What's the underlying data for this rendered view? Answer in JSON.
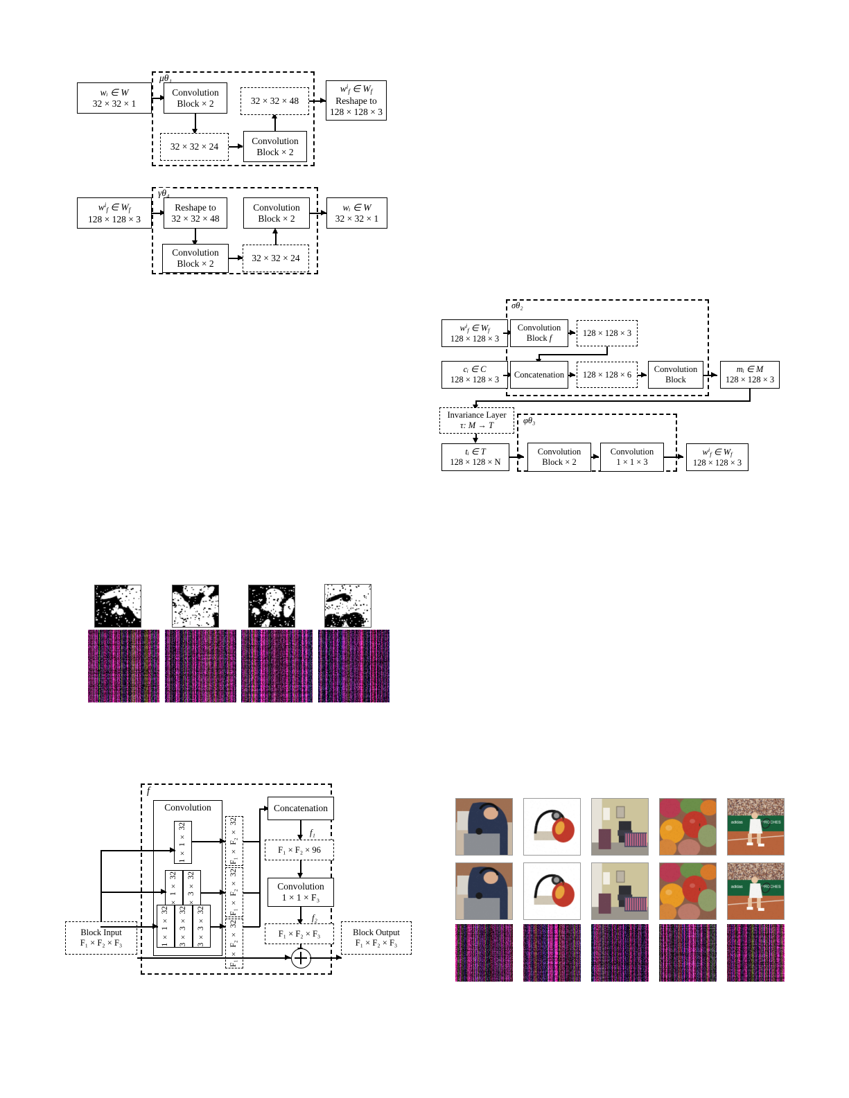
{
  "figures": {
    "mu_encoder": {
      "group_label": "μθ₁",
      "input": {
        "l1": "wᵢ ∈ W",
        "l2": "32 × 32 × 1"
      },
      "conv1": {
        "l1": "Convolution",
        "l2": "Block × 2"
      },
      "feat1": {
        "l1": "32 × 32 × 24"
      },
      "conv2": {
        "l1": "Convolution",
        "l2": "Block × 2"
      },
      "feat2": {
        "l1": "32 × 32 × 48"
      },
      "output": {
        "l1": "w",
        "l2": "Reshape to",
        "l3": "128 × 128 × 3"
      }
    },
    "gamma_decoder": {
      "group_label": "γθ₄",
      "input": {
        "l1": "w",
        "l2": "128 × 128 × 3"
      },
      "reshape": {
        "l1": "Reshape to",
        "l2": "32 × 32 × 48"
      },
      "conv1": {
        "l1": "Convolution",
        "l2": "Block × 2"
      },
      "feat1": {
        "l1": "32 × 32 × 24"
      },
      "conv2": {
        "l1": "Convolution",
        "l2": "Block × 2"
      },
      "output": {
        "l1": "wᵢ ∈ W",
        "l2": "32 × 32 × 1"
      }
    },
    "sigma_embedder": {
      "group_label": "σθ₂",
      "wf_in": {
        "l1": "w",
        "l2": "128 × 128 × 3"
      },
      "conv_f": {
        "l1": "Convolution",
        "l2": "Block f"
      },
      "feat_top": {
        "l1": "128 × 128 × 3"
      },
      "cover_in": {
        "l1": "cᵢ ∈ C",
        "l2": "128 × 128 × 3"
      },
      "concat": {
        "l1": "Concatenation"
      },
      "feat_cat": {
        "l1": "128 × 128 × 6"
      },
      "conv_out": {
        "l1": "Convolution",
        "l2": "Block"
      },
      "m_out": {
        "l1": "mᵢ ∈ M",
        "l2": "128 × 128 × 3"
      }
    },
    "phi_extractor": {
      "invariance": {
        "l1": "Invariance Layer",
        "l2": "τ: M → T"
      },
      "group_label": "φθ₃",
      "t_in": {
        "l1": "tᵢ ∈ T",
        "l2": "128 × 128 × N"
      },
      "conv1": {
        "l1": "Convolution",
        "l2": "Block × 2"
      },
      "conv2": {
        "l1": "Convolution",
        "l2": "1 × 1 × 3"
      },
      "wf_out": {
        "l1": "w",
        "l2": "128 × 128 × 3"
      }
    },
    "conv_block": {
      "group_label": "f",
      "block_input": {
        "l1": "Block Input",
        "l2": "F₁ × F₂ × F₃"
      },
      "block_output": {
        "l1": "Block Output",
        "l2": "F₁ × F₂ × F₃"
      },
      "convolution_label": "Convolution",
      "branch1": [
        "1 × 1 × 32"
      ],
      "branch2": [
        "1 × 1 × 32",
        "3 × 3 × 32"
      ],
      "branch3": [
        "1 × 1 × 32",
        "3 × 3 × 32",
        "3 × 3 × 32"
      ],
      "branch_out_label": "F₁ × F₂ × 32",
      "concat": {
        "l1": "Concatenation"
      },
      "f1_label": "f₁",
      "f1_dims": "F₁ × F₂ × 96",
      "conv_1x1": {
        "l1": "Convolution",
        "l2": "1 × 1 × F₃"
      },
      "f2_label": "f₂",
      "f2_dims": "F₁ × F₂ × F₃",
      "sum_symbol": "⊕"
    }
  },
  "galleries": {
    "watermark_grid": {
      "rows": [
        "binary-masks",
        "noise-residuals"
      ],
      "columns": 4
    },
    "image_grid": {
      "rows": [
        "cover-images",
        "stego-images",
        "noise-residuals"
      ],
      "columns": 5,
      "captions": [
        "person-with-stethoscope",
        "stethoscope-and-apple",
        "room-with-chair",
        "fruit-closeup",
        "tennis-player"
      ]
    }
  },
  "colors": {
    "stroke": "#000000",
    "background": "#ffffff",
    "photo_border": "#9a9a9a"
  }
}
